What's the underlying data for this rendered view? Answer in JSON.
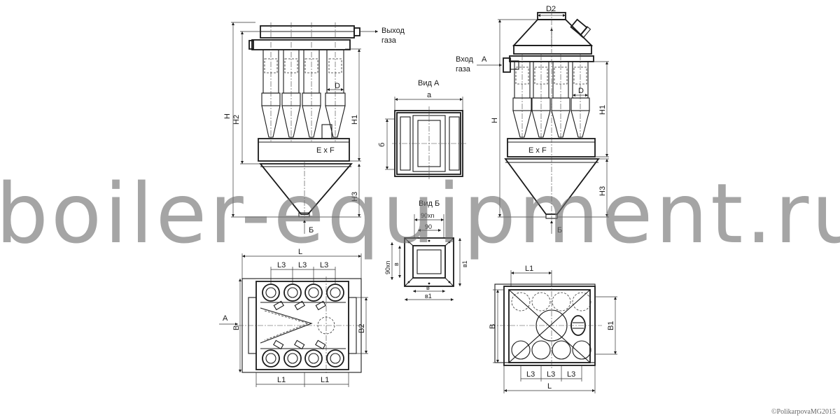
{
  "drawing": {
    "front_left": {
      "gas_outlet_line1": "Выход",
      "gas_outlet_line2": "газа",
      "dim_H": "H",
      "dim_H1": "H1",
      "dim_H2": "H2",
      "dim_H3": "H3",
      "dim_D": "D",
      "dim_ExF": "E x F",
      "inlet_B": "Б"
    },
    "front_right": {
      "dim_D2": "D2",
      "gas_inlet_line1": "Вход",
      "gas_inlet_line2": "газа",
      "arrow_A": "А",
      "dim_H": "H",
      "dim_H1": "H1",
      "dim_H3": "H3",
      "dim_D": "D",
      "dim_ExF": "E x F",
      "inlet_B": "Б"
    },
    "view_a": {
      "title": "Вид А",
      "dim_a": "а",
      "dim_b": "б"
    },
    "view_b": {
      "title": "Вид Б",
      "dim_90xn_top": "90xn",
      "dim_90": "90",
      "dim_90xn_side": "90xn",
      "dim_v": "в",
      "dim_v1": "в1",
      "dim_v_bottom": "в",
      "dim_v1_bottom": "в1",
      "dim_v1_right": "в1"
    },
    "plan_left": {
      "dim_L": "L",
      "dim_L3_1": "L3",
      "dim_L3_2": "L3",
      "dim_L3_3": "L3",
      "dim_L1_1": "L1",
      "dim_L1_2": "L1",
      "arrow_A": "А",
      "dim_B": "B",
      "dim_B2": "B2"
    },
    "plan_right": {
      "dim_L1": "L1",
      "dim_B": "B",
      "dim_B1": "B1",
      "dim_L3_1": "L3",
      "dim_L3_2": "L3",
      "dim_L3_3": "L3",
      "dim_L": "L"
    }
  },
  "watermark": "boiler-equipment.ru",
  "copyright": "©PolikarpovaMG2015"
}
